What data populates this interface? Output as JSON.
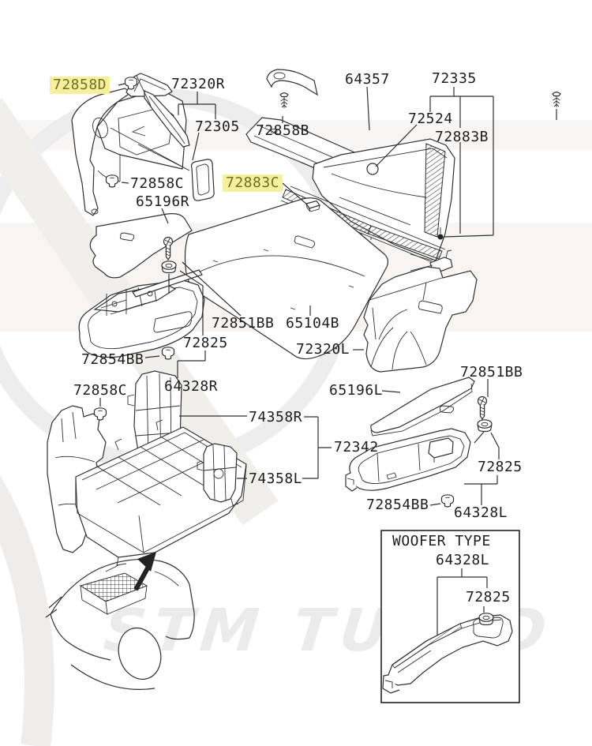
{
  "diagram": {
    "type": "exploded-parts-diagram",
    "subject": "rear trunk interior trim parts",
    "highlight_color": "#f6f09e",
    "highlight_text_color": "#70701f",
    "line_color": "#2f2f2f",
    "watermark": {
      "brand_text": "STM TUNED"
    },
    "labels": [
      {
        "text": "72858D",
        "highlighted": true
      },
      {
        "text": "72320R",
        "highlighted": false
      },
      {
        "text": "72305",
        "highlighted": false
      },
      {
        "text": "72858B",
        "highlighted": false
      },
      {
        "text": "64357",
        "highlighted": false
      },
      {
        "text": "72335",
        "highlighted": false
      },
      {
        "text": "72524",
        "highlighted": false
      },
      {
        "text": "72883B",
        "highlighted": false
      },
      {
        "text": "72858C",
        "highlighted": false
      },
      {
        "text": "65196R",
        "highlighted": false
      },
      {
        "text": "72883C",
        "highlighted": true
      },
      {
        "text": "72851BB",
        "highlighted": false
      },
      {
        "text": "65104B",
        "highlighted": false
      },
      {
        "text": "72825",
        "highlighted": false
      },
      {
        "text": "72854BB",
        "highlighted": false
      },
      {
        "text": "72320L",
        "highlighted": false
      },
      {
        "text": "72851BB",
        "highlighted": false
      },
      {
        "text": "65196L",
        "highlighted": false
      },
      {
        "text": "72342",
        "highlighted": false
      },
      {
        "text": "72825",
        "highlighted": false
      },
      {
        "text": "72854BB",
        "highlighted": false
      },
      {
        "text": "64328L",
        "highlighted": false
      },
      {
        "text": "72858C",
        "highlighted": false
      },
      {
        "text": "64328R",
        "highlighted": false
      },
      {
        "text": "74358R",
        "highlighted": false
      },
      {
        "text": "74358L",
        "highlighted": false
      }
    ],
    "woofer_box": {
      "title": "WOOFER TYPE",
      "labels": [
        {
          "text": "64328L"
        },
        {
          "text": "72825"
        }
      ]
    },
    "fastener_types": [
      "push-clip",
      "screw",
      "grommet",
      "tree-clip"
    ]
  }
}
